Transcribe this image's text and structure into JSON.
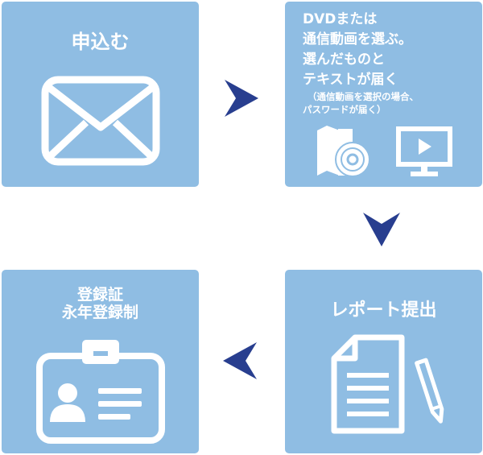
{
  "colors": {
    "card_background": "#8fbde3",
    "icon_color": "#ffffff",
    "arrow_color": "#283e8f"
  },
  "steps": [
    {
      "title": "申込む",
      "icon": "envelope-icon"
    },
    {
      "title_lines": [
        "DVDまたは",
        "通信動画を選ぶ。",
        "選んだものと",
        "テキストが届く"
      ],
      "note_lines": [
        "（通信動画を選択の場合、",
        "パスワードが届く）"
      ],
      "icons": [
        "dvd-case-icon",
        "monitor-play-icon"
      ]
    },
    {
      "title": "レポート提出",
      "icons": [
        "document-icon",
        "pencil-icon"
      ]
    },
    {
      "title_lines": [
        "登録証",
        "永年登録制"
      ],
      "icon": "id-badge-icon"
    }
  ],
  "arrows": [
    "chevron-right-icon",
    "chevron-down-icon",
    "chevron-left-icon"
  ]
}
